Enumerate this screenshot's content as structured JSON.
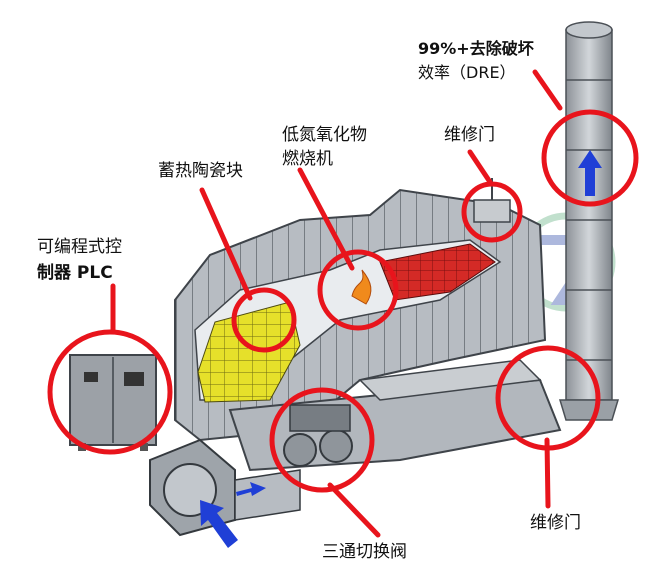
{
  "labels": {
    "dre_line1": "99%+去除破坏",
    "dre_line2": "效率（DRE）",
    "burner_line1": "低氮氧化物",
    "burner_line2": "燃烧机",
    "door_top": "维修门",
    "ceramic": "蓄热陶瓷块",
    "plc_line1": "可编程式控",
    "plc_line2": "制器 PLC",
    "valve": "三通切换阀",
    "door_bottom": "维修门"
  },
  "colors": {
    "callout": "#e8141c",
    "equipment": "#a9aeb4",
    "ceramic": "#e6e02a",
    "burner_bed": "#d42a26",
    "arrow": "#1f3fd6",
    "watermark": "#8fc7a6"
  }
}
